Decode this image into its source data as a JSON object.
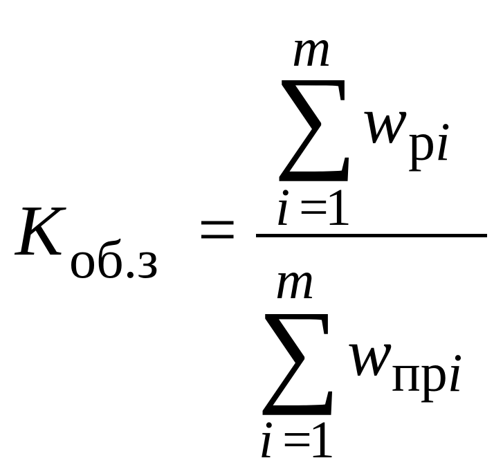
{
  "formula": {
    "lhs": {
      "symbol": "K",
      "subscript": "об.з"
    },
    "equals": "=",
    "numerator": {
      "operator": "∑",
      "upper_limit": "m",
      "lower_limit_var": "i",
      "lower_limit_eq": "=",
      "lower_limit_value": "1",
      "term_var": "w",
      "term_subscript_upright": "р",
      "term_subscript_index": "i"
    },
    "denominator": {
      "operator": "∑",
      "upper_limit": "m",
      "lower_limit_var": "i",
      "lower_limit_eq": "=",
      "lower_limit_value": "1",
      "term_var": "w",
      "term_subscript_upright": "пр",
      "term_subscript_index": "i"
    }
  }
}
